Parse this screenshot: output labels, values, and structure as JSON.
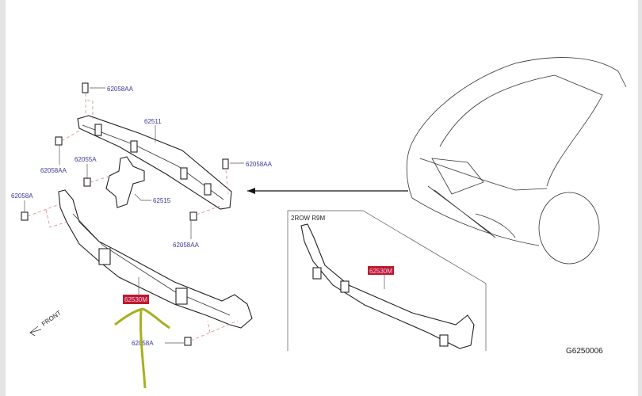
{
  "diagram": {
    "labels": {
      "bolt_top": "62058AA",
      "upper_member": "62511",
      "bolt_left_upper": "62058AA",
      "bolt_62055a": "62055A",
      "bolt_right_upper": "62058AA",
      "bolt_left_lower": "62058A",
      "bracket": "62515",
      "bolt_right_mid": "62058AA",
      "lower_member": "62530M",
      "bolt_bottom": "62058A",
      "inset_lower_member": "62530M"
    },
    "front_label": "FRONT",
    "inset_title": "2ROW R9M",
    "diagram_code": "G6250006",
    "colors": {
      "label": "#3a3a9a",
      "highlight": "#c0182a",
      "annotation": "#a8b020"
    }
  }
}
